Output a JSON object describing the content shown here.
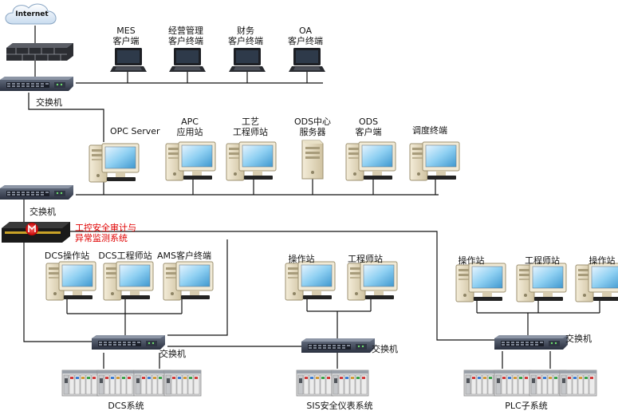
{
  "internet": {
    "label": "Internet"
  },
  "top_switch": {
    "label": "交换机"
  },
  "office_clients": [
    {
      "line1": "MES",
      "line2": "客户端"
    },
    {
      "line1": "经营管理",
      "line2": "客户终端"
    },
    {
      "line1": "财务",
      "line2": "客户终端"
    },
    {
      "line1": "OA",
      "line2": "客户终端"
    }
  ],
  "server_row": [
    {
      "line1": "OPC Server",
      "line2": ""
    },
    {
      "line1": "APC",
      "line2": "应用站"
    },
    {
      "line1": "工艺",
      "line2": "工程师站"
    },
    {
      "line1": "ODS中心",
      "line2": "服务器"
    },
    {
      "line1": "ODS",
      "line2": "客户端"
    },
    {
      "line1": "调度终端",
      "line2": ""
    }
  ],
  "mid_switch": {
    "label": "交换机"
  },
  "audit_device": {
    "line1": "工控安全审计与",
    "line2": "异常监测系统",
    "color": "#e00000"
  },
  "dcs": {
    "stations": [
      "DCS操作站",
      "DCS工程师站",
      "AMS客户终端"
    ],
    "switch_label": "交换机",
    "system_label": "DCS系统"
  },
  "sis": {
    "stations": [
      "操作站",
      "工程师站"
    ],
    "switch_label": "交换机",
    "system_label": "SIS安全仪表系统"
  },
  "plc": {
    "stations": [
      "操作站",
      "工程师站",
      "操作站"
    ],
    "switch_label": "交换机",
    "system_label": "PLC子系统"
  }
}
